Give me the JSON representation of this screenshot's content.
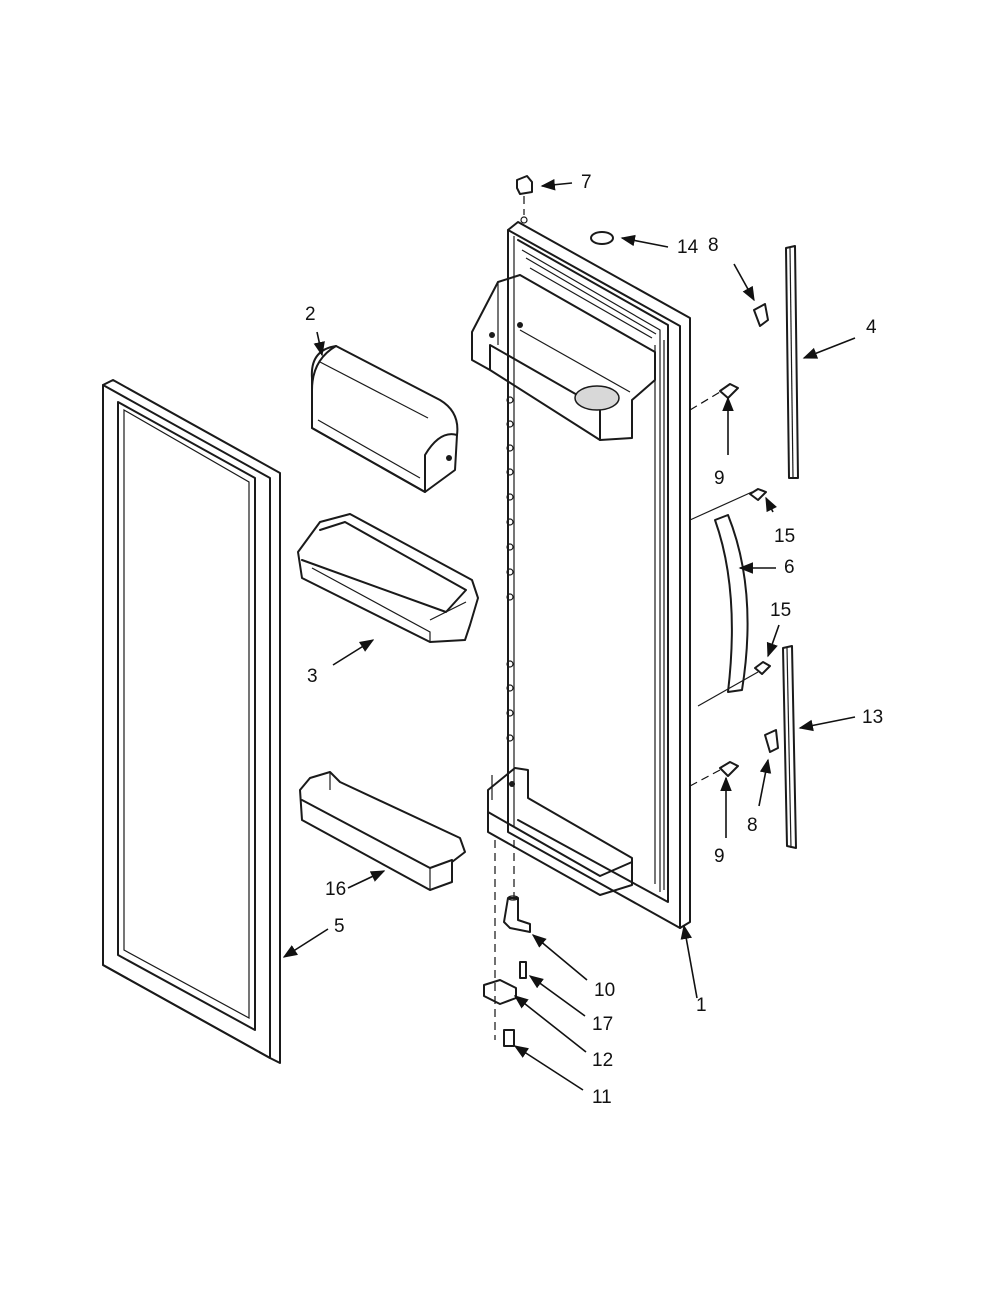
{
  "callouts": {
    "p1": "1",
    "p2": "2",
    "p3": "3",
    "p4": "4",
    "p5": "5",
    "p6": "6",
    "p7": "7",
    "p8a": "8",
    "p8b": "8",
    "p9a": "9",
    "p9b": "9",
    "p10": "10",
    "p11": "11",
    "p12": "12",
    "p13": "13",
    "p14": "14",
    "p15a": "15",
    "p15b": "15",
    "p16": "16",
    "p17": "17"
  }
}
